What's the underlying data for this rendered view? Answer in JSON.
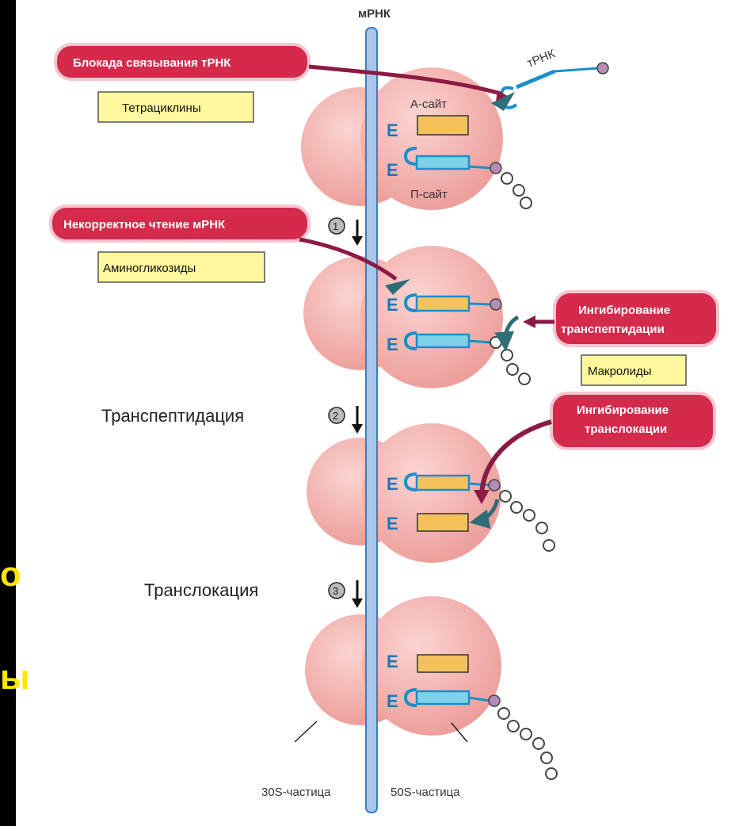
{
  "mrna_label": "мРНК",
  "trna_label": "тРНК",
  "a_site": "А-сайт",
  "p_site": "П-сайт",
  "site_letter": "E",
  "mech1": "Блокада связывания тРНК",
  "drug1": "Тетрациклины",
  "mech2": "Некорректное чтение мРНК",
  "drug2": "Аминогликозиды",
  "mech3_l1": "Ингибирование",
  "mech3_l2": "транспептидации",
  "drug3": "Макролиды",
  "mech4_l1": "Ингибирование",
  "mech4_l2": "транслокации",
  "step1_num": "1",
  "step2_num": "2",
  "step3_num": "3",
  "step2_label": "Транспептидация",
  "step3_label": "Транслокация",
  "sub30": "30S-частица",
  "sub50": "50S-частица",
  "edge1": "о",
  "edge2": "ы"
}
